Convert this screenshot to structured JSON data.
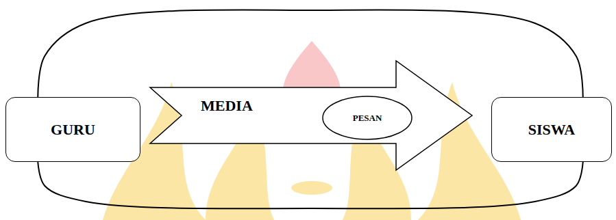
{
  "diagram": {
    "nodes": [
      {
        "text": [
          "GURU"
        ]
      },
      {
        "text": [
          "MEDIA"
        ]
      },
      {
        "text": [
          "PESAN"
        ],
        "in": 1
      },
      {
        "text": [
          "SISWA"
        ]
      }
    ],
    "edges": [
      {
        "from": 0,
        "to": 3,
        "arrow": "none"
      },
      {
        "from": 0,
        "to": 3,
        "arrow": "none"
      }
    ]
  }
}
